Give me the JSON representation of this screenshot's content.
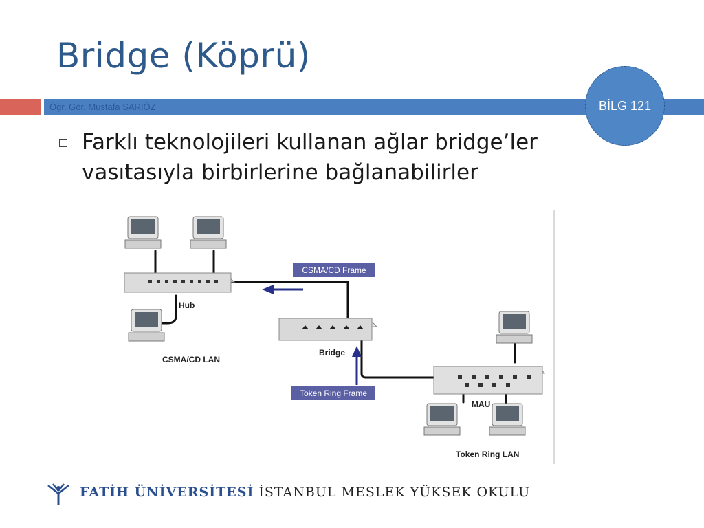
{
  "slide": {
    "title": "Bridge (Köprü)",
    "author": "Öğr. Gör. Mustafa SARIÖZ",
    "course": "BİLG 121",
    "bullet": "Farklı teknolojileri kullanan ağlar bridge’ler vasıtasıyla birbirlerine bağlanabilirler"
  },
  "diagram": {
    "labels": {
      "hub": "Hub",
      "csma_lan": "CSMA/CD LAN",
      "bridge": "Bridge",
      "mau": "MAU",
      "token_lan": "Token Ring LAN",
      "csma_frame": "CSMA/CD Frame",
      "token_frame": "Token Ring Frame"
    },
    "colors": {
      "frame_box": "#5b5fa3",
      "line": "#111111",
      "arrow": "#27318a"
    }
  },
  "footer": {
    "university": "FATİH ÜNİVERSİTESİ",
    "school": "İSTANBUL MESLEK YÜKSEK OKULU",
    "logo_icon": "tree-emblem-icon"
  }
}
